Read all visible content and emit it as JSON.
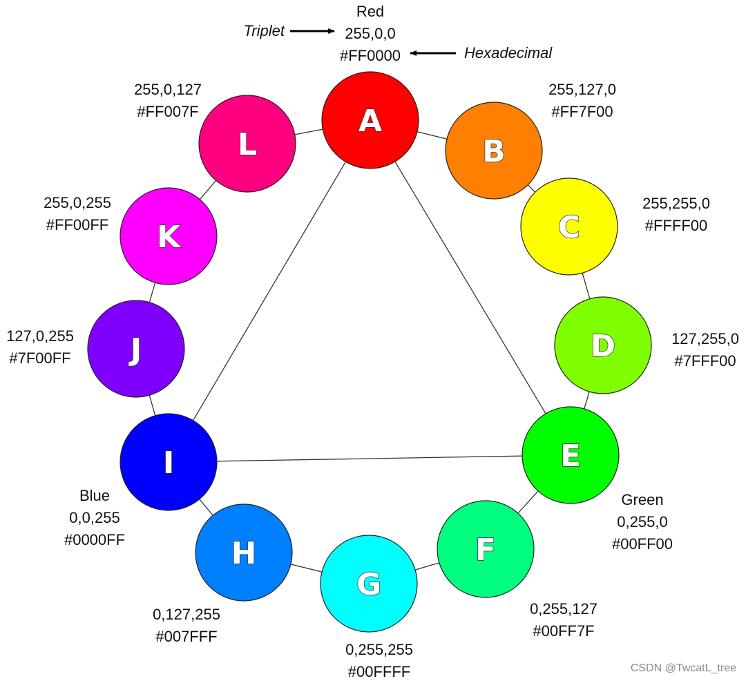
{
  "diagram": {
    "nodes": [
      {
        "id": "A",
        "letter": "A",
        "name": "Red",
        "triplet": "255,0,0",
        "hex": "#FF0000",
        "color": "#FF0000"
      },
      {
        "id": "B",
        "letter": "B",
        "name": "",
        "triplet": "255,127,0",
        "hex": "#FF7F00",
        "color": "#FF7F00"
      },
      {
        "id": "C",
        "letter": "C",
        "name": "",
        "triplet": "255,255,0",
        "hex": "#FFFF00",
        "color": "#FFFF00"
      },
      {
        "id": "D",
        "letter": "D",
        "name": "",
        "triplet": "127,255,0",
        "hex": "#7FFF00",
        "color": "#7FFF00"
      },
      {
        "id": "E",
        "letter": "E",
        "name": "Green",
        "triplet": "0,255,0",
        "hex": "#00FF00",
        "color": "#00FF00"
      },
      {
        "id": "F",
        "letter": "F",
        "name": "",
        "triplet": "0,255,127",
        "hex": "#00FF7F",
        "color": "#00FF7F"
      },
      {
        "id": "G",
        "letter": "G",
        "name": "",
        "triplet": "0,255,255",
        "hex": "#00FFFF",
        "color": "#00FFFF"
      },
      {
        "id": "H",
        "letter": "H",
        "name": "",
        "triplet": "0,127,255",
        "hex": "#007FFF",
        "color": "#007FFF"
      },
      {
        "id": "I",
        "letter": "I",
        "name": "Blue",
        "triplet": "0,0,255",
        "hex": "#0000FF",
        "color": "#0000FF"
      },
      {
        "id": "J",
        "letter": "J",
        "name": "",
        "triplet": "127,0,255",
        "hex": "#7F00FF",
        "color": "#7F00FF"
      },
      {
        "id": "K",
        "letter": "K",
        "name": "",
        "triplet": "255,0,255",
        "hex": "#FF00FF",
        "color": "#FF00FF"
      },
      {
        "id": "L",
        "letter": "L",
        "name": "",
        "triplet": "255,0,127",
        "hex": "#FF007F",
        "color": "#FF007F"
      }
    ],
    "triangle": [
      "A",
      "E",
      "I"
    ],
    "annotations": {
      "triplet_label": "Triplet",
      "hex_label": "Hexadecimal"
    },
    "watermark": "CSDN @TwcatL_tree"
  }
}
